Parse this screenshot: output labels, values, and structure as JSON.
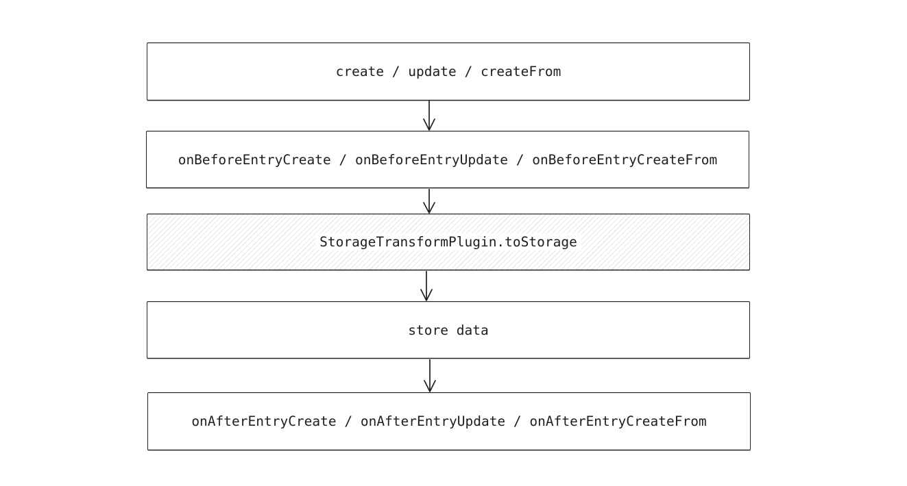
{
  "diagram": {
    "type": "flowchart",
    "direction": "top-down",
    "nodes": [
      {
        "id": "trigger",
        "label": "create / update / createFrom",
        "fill": "solid-white"
      },
      {
        "id": "before-hooks",
        "label": "onBeforeEntryCreate / onBeforeEntryUpdate / onBeforeEntryCreateFrom",
        "fill": "solid-white"
      },
      {
        "id": "to-storage",
        "label": "StorageTransformPlugin.toStorage",
        "fill": "hatched"
      },
      {
        "id": "store-data",
        "label": "store data",
        "fill": "solid-white"
      },
      {
        "id": "after-hooks",
        "label": "onAfterEntryCreate / onAfterEntryUpdate / onAfterEntryCreateFrom",
        "fill": "solid-white"
      }
    ],
    "edges": [
      {
        "from": "trigger",
        "to": "before-hooks",
        "style": "arrow-down"
      },
      {
        "from": "before-hooks",
        "to": "to-storage",
        "style": "arrow-down"
      },
      {
        "from": "to-storage",
        "to": "store-data",
        "style": "arrow-down"
      },
      {
        "from": "store-data",
        "to": "after-hooks",
        "style": "arrow-down"
      }
    ],
    "colors": {
      "canvas_background": "#ffffff",
      "node_background": "#ffffff",
      "stroke": "#242424",
      "text": "#1e1e1e",
      "hatch_line": "#dedede"
    }
  }
}
